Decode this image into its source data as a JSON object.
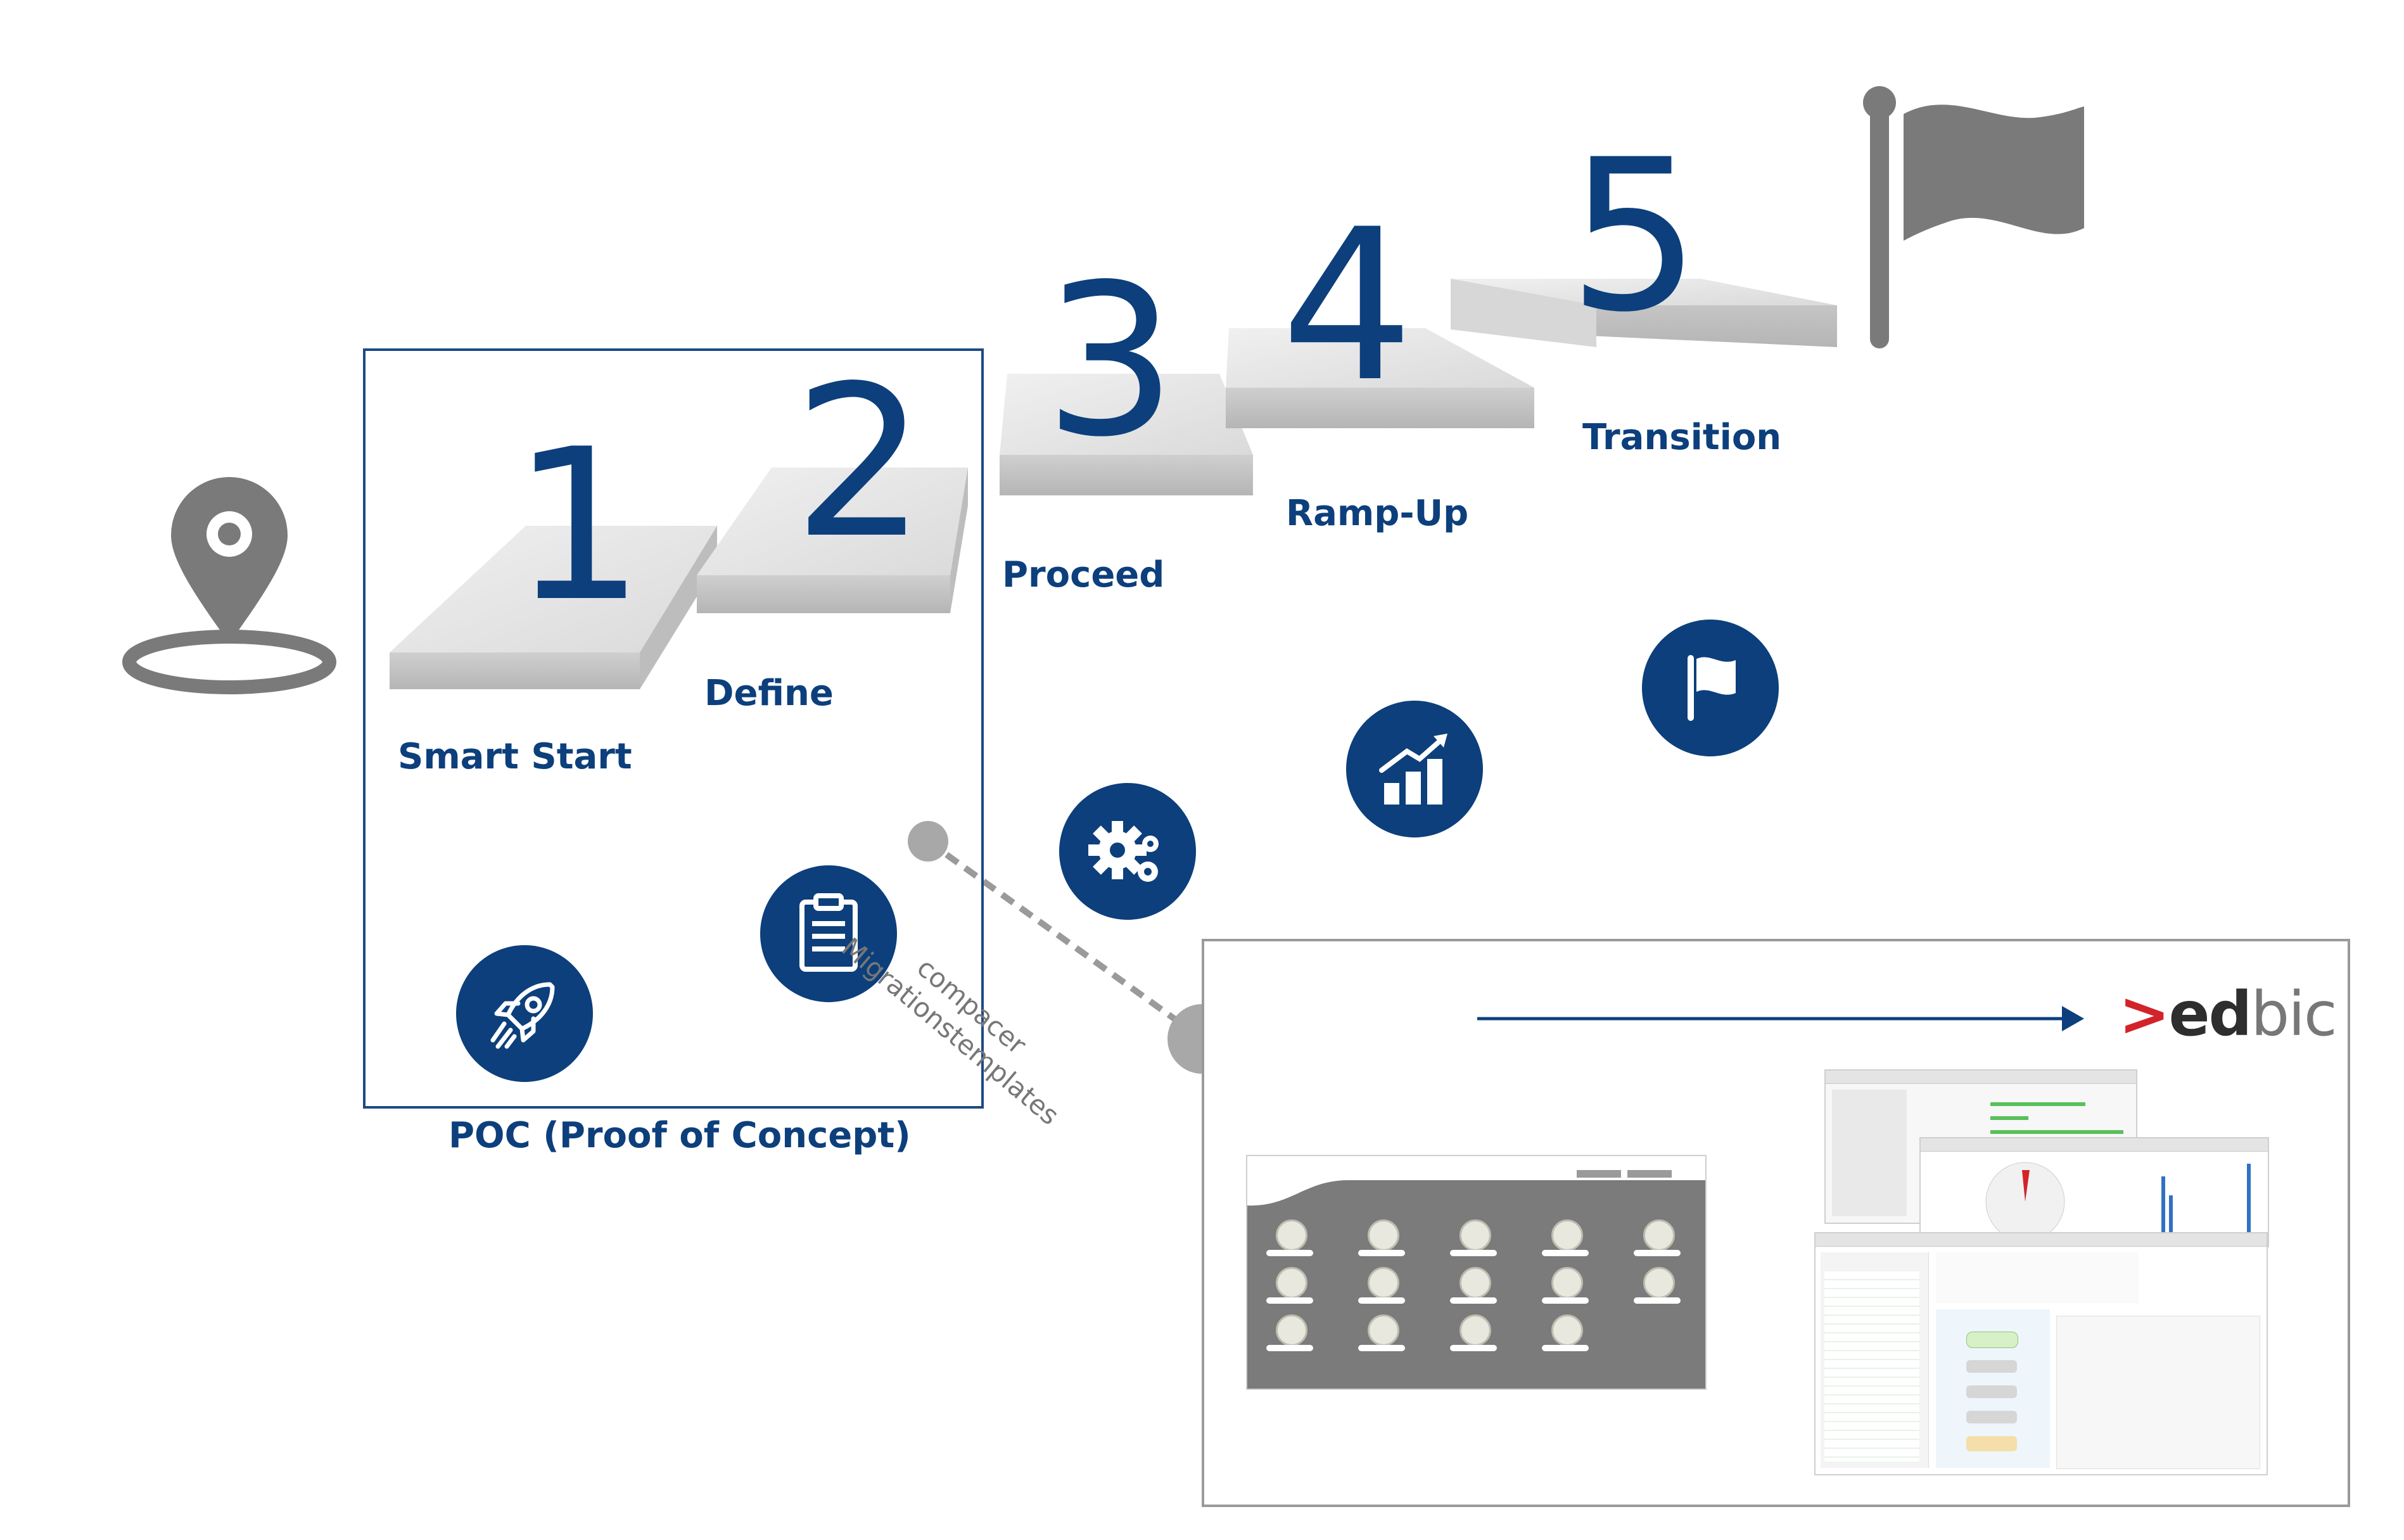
{
  "steps": [
    {
      "number": "1",
      "label": "Smart Start"
    },
    {
      "number": "2",
      "label": "Define"
    },
    {
      "number": "3",
      "label": "Proceed"
    },
    {
      "number": "4",
      "label": "Ramp-Up"
    },
    {
      "number": "5",
      "label": "Transition"
    }
  ],
  "poc_label": "POC (Proof of Concept)",
  "templates_line1": "compacer",
  "templates_line2": "Migrationstemplates",
  "logo": {
    "mark": ">",
    "ed": "ed",
    "bic": "bic"
  },
  "colors": {
    "navy": "#0c3f7c",
    "gray_icon": "#7a7a7a",
    "step_face": "#e6e6e6",
    "step_side": "#c4c4c4",
    "logo_red": "#d2232a"
  },
  "icons": [
    "location-pin-icon",
    "finish-flag-icon",
    "rocket-icon",
    "clipboard-icon",
    "gears-icon",
    "growth-chart-icon",
    "flag-icon",
    "arrow-right-icon"
  ]
}
